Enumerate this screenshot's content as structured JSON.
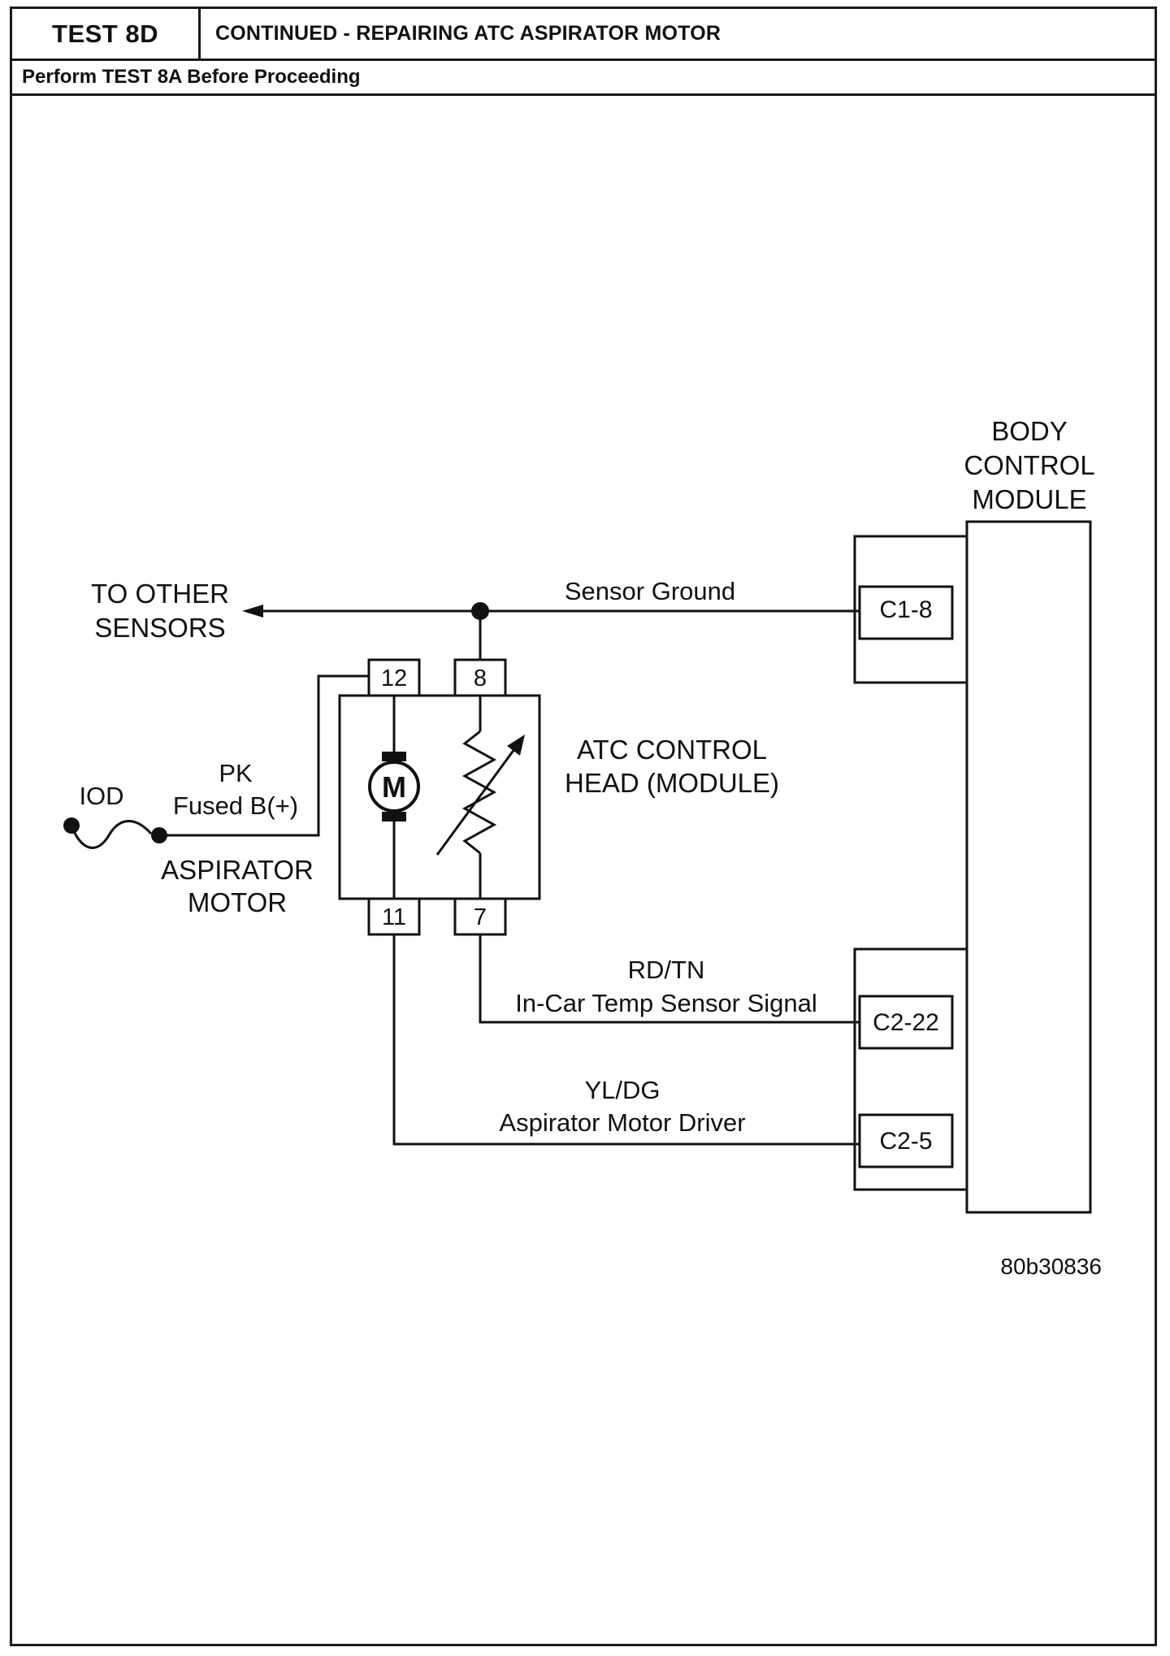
{
  "header": {
    "test_id": "TEST 8D",
    "title": "CONTINUED - REPAIRING ATC ASPIRATOR MOTOR",
    "prerequisite": "Perform TEST 8A Before Proceeding"
  },
  "diagram": {
    "bcm_label": [
      "BODY",
      "CONTROL",
      "MODULE"
    ],
    "bcm_pins": {
      "sensor_ground": "C1-8",
      "temp_signal": "C2-22",
      "motor_driver": "C2-5"
    },
    "other_sensors_label": [
      "TO OTHER",
      "SENSORS"
    ],
    "wires": {
      "sensor_ground": {
        "name": "Sensor Ground"
      },
      "temp_signal": {
        "color": "RD/TN",
        "name": "In-Car Temp Sensor Signal"
      },
      "motor_driver": {
        "color": "YL/DG",
        "name": "Aspirator Motor Driver"
      },
      "fused_feed": {
        "color": "PK",
        "name": "Fused B(+)"
      }
    },
    "control_head_label": [
      "ATC CONTROL",
      "HEAD (MODULE)"
    ],
    "control_head_pins": {
      "motor_feed": "12",
      "sensor_ground": "8",
      "motor_driver": "11",
      "temp_signal": "7"
    },
    "motor_symbol": "M",
    "motor_label": [
      "ASPIRATOR",
      "MOTOR"
    ],
    "fuse_label": "IOD",
    "figure_id": "80b30836"
  }
}
